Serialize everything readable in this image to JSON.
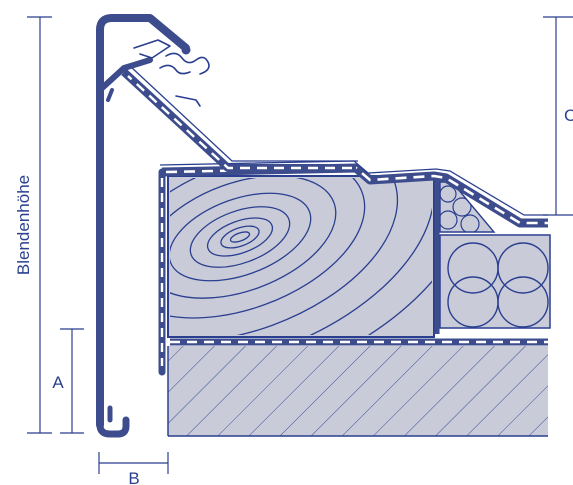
{
  "labels": {
    "blendenhoehe": "Blendenhöhe",
    "a": "A",
    "b": "B",
    "c": "C"
  },
  "colors": {
    "profile": "#3d4c8c",
    "outline": "#2a3f8f",
    "fill": "#c9cbd9",
    "membrane_dash": "#ffffff",
    "background": "#ffffff"
  }
}
